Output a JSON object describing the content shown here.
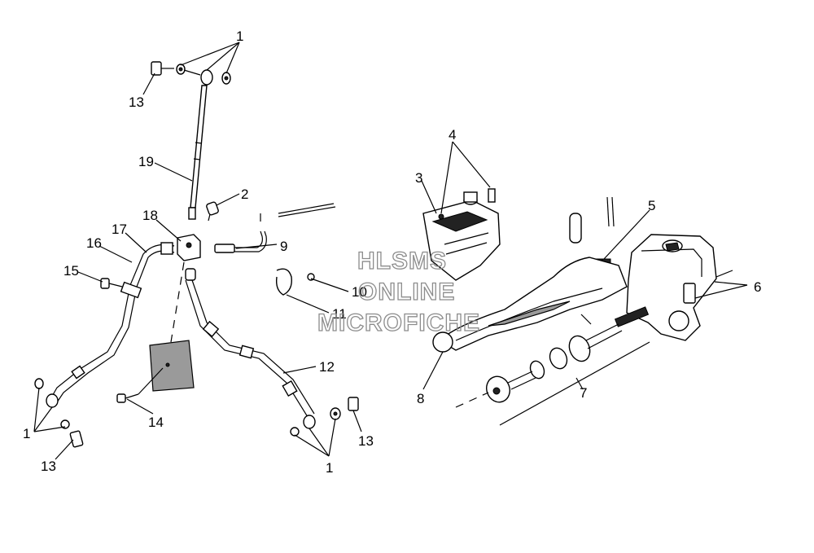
{
  "diagram": {
    "watermark": [
      "HLSMS",
      "ONLINE",
      "MICROFICHE"
    ],
    "callouts": [
      "1",
      "2",
      "3",
      "4",
      "5",
      "6",
      "7",
      "8",
      "9",
      "10",
      "11",
      "12",
      "13",
      "14",
      "15",
      "16",
      "17",
      "18",
      "19"
    ],
    "colors": {
      "ink": "#000000",
      "shade": "#9a9a9a",
      "watermark": "#8c8c8c"
    }
  }
}
